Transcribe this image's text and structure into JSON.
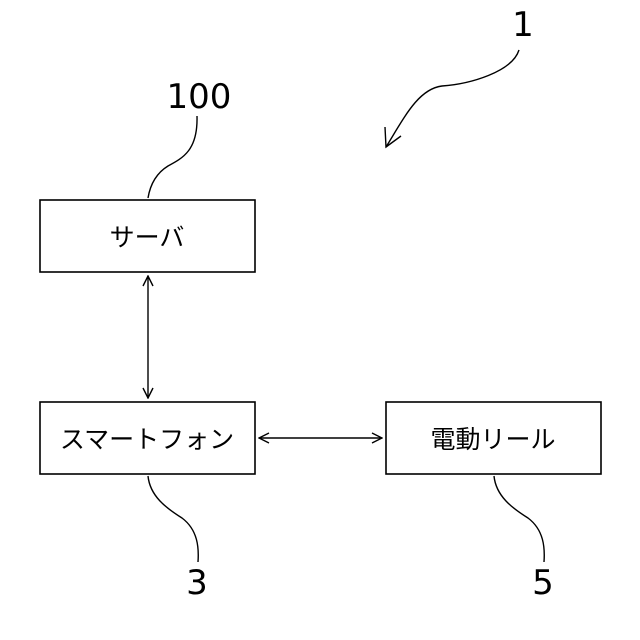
{
  "figure": {
    "ref_system": "1",
    "ref_server": "100",
    "ref_smartphone": "3",
    "ref_reel": "5"
  },
  "boxes": {
    "server": "サーバ",
    "smartphone": "スマートフォン",
    "electric_reel": "電動リール"
  },
  "connections": [
    {
      "from": "server",
      "to": "smartphone",
      "bidirectional": true
    },
    {
      "from": "smartphone",
      "to": "electric_reel",
      "bidirectional": true
    }
  ]
}
